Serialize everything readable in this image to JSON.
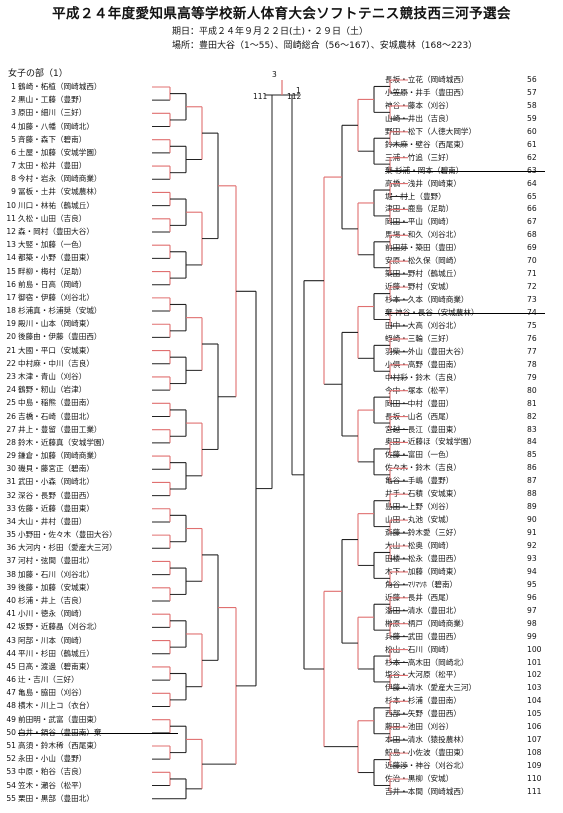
{
  "title": "平成２４年度愛知県高等学校新人体育大会ソフトテニス競技西三河予選会",
  "dates": "期日：平成２４年９月２２日(土)・２９日（土）",
  "venues": "場所：豊田大谷（1〜55）、岡崎総合（56〜167）、安城農林（168〜223）",
  "section": "女子の部（1）",
  "final_left": "111",
  "final_right": "112",
  "final_score_top": "3",
  "final_score_side": "1",
  "left_entries": [
    {
      "no": "1",
      "text": "鶴崎・柘植（岡崎城西）"
    },
    {
      "no": "2",
      "text": "黒山・工藤（豊野）"
    },
    {
      "no": "3",
      "text": "原田・細川（三好）"
    },
    {
      "no": "4",
      "text": "加藤・八幡（岡崎北）"
    },
    {
      "no": "5",
      "text": "斉藤・森下（碧南）"
    },
    {
      "no": "6",
      "text": "土屋・加藤（安城学園）"
    },
    {
      "no": "7",
      "text": "太田・松井（豊田）"
    },
    {
      "no": "8",
      "text": "今村・岩永（岡崎商業）"
    },
    {
      "no": "9",
      "text": "冨板・土井（安城農林）"
    },
    {
      "no": "10",
      "text": "川口・林祐（鶴城丘）"
    },
    {
      "no": "11",
      "text": "久松・山田（吉良）"
    },
    {
      "no": "12",
      "text": "森・岡村（豊田大谷）"
    },
    {
      "no": "13",
      "text": "大竪・加藤（一色）"
    },
    {
      "no": "14",
      "text": "都築・小野（豊田東）"
    },
    {
      "no": "15",
      "text": "畔柳・梅村（足助）"
    },
    {
      "no": "16",
      "text": "前島・日高（岡崎）"
    },
    {
      "no": "17",
      "text": "御宿・伊藤（刈谷北）"
    },
    {
      "no": "18",
      "text": "杉浦真・杉浦奨（安城）"
    },
    {
      "no": "19",
      "text": "殿川・山本（岡崎東）"
    },
    {
      "no": "20",
      "text": "後藤由・伊藤（豊田西）"
    },
    {
      "no": "21",
      "text": "大國・平口（安城東）"
    },
    {
      "no": "22",
      "text": "中村麻・中川（吉良）"
    },
    {
      "no": "23",
      "text": "木津・青山（刈谷）"
    },
    {
      "no": "24",
      "text": "鶴野・籾山（岩津）"
    },
    {
      "no": "25",
      "text": "中島・稲熊（豊田南）"
    },
    {
      "no": "26",
      "text": "吉橋・石崎（豊田北）"
    },
    {
      "no": "27",
      "text": "井上・豊留（豊田工業）"
    },
    {
      "no": "28",
      "text": "鈴木・近藤真（安城学園）"
    },
    {
      "no": "29",
      "text": "鎌倉・加藤（岡崎商業）"
    },
    {
      "no": "30",
      "text": "磯貝・藤宮正（碧南）"
    },
    {
      "no": "31",
      "text": "武田・小森（岡崎北）"
    },
    {
      "no": "32",
      "text": "深谷・長野（豊田西）"
    },
    {
      "no": "33",
      "text": "佐藤・近藤（豊田東）"
    },
    {
      "no": "34",
      "text": "大山・井村（豊田）"
    },
    {
      "no": "35",
      "text": "小野田・佐々木（豊田大谷）"
    },
    {
      "no": "36",
      "text": "大河内・杉田（愛産大三河）"
    },
    {
      "no": "37",
      "text": "河村・弦間（豊田北）"
    },
    {
      "no": "38",
      "text": "加藤・石川（刈谷北）"
    },
    {
      "no": "39",
      "text": "後藤・加藤（安城東）"
    },
    {
      "no": "40",
      "text": "杉浦・井上（吉良）"
    },
    {
      "no": "41",
      "text": "小川・徳永（岡崎）"
    },
    {
      "no": "42",
      "text": "坂野・近藤晶（刈谷北）"
    },
    {
      "no": "43",
      "text": "阿部・川本（岡崎）"
    },
    {
      "no": "44",
      "text": "平川・杉田（鶴城丘）"
    },
    {
      "no": "45",
      "text": "日髙・渡邊（碧南東）"
    },
    {
      "no": "46",
      "text": "辻・吉川（三好）"
    },
    {
      "no": "47",
      "text": "亀島・脇田（刈谷）"
    },
    {
      "no": "48",
      "text": "横木・川上コ（衣台）"
    },
    {
      "no": "49",
      "text": "前田明・武富（豊田東）"
    },
    {
      "no": "50",
      "text": "白井・鍋谷（豊田南）棄"
    },
    {
      "no": "51",
      "text": "高須・鈴木稀（西尾東）"
    },
    {
      "no": "52",
      "text": "永田・小山（豊野）"
    },
    {
      "no": "53",
      "text": "中原・粕谷（吉良）"
    },
    {
      "no": "54",
      "text": "笠木・瀬谷（松平）"
    },
    {
      "no": "55",
      "text": "栗田・黒部（豊田北）"
    }
  ],
  "right_entries": [
    {
      "no": "56",
      "text": "長坂・立花（岡崎城西）"
    },
    {
      "no": "57",
      "text": "小笠原・井手（豊田西）"
    },
    {
      "no": "58",
      "text": "神谷・藤本（刈谷）"
    },
    {
      "no": "59",
      "text": "山崎・井出（吉良）"
    },
    {
      "no": "60",
      "text": "野田・松下（人徳大岡学）"
    },
    {
      "no": "61",
      "text": "鈴木麻・壁谷（西尾東）"
    },
    {
      "no": "62",
      "text": "三浦・竹追（三好）"
    },
    {
      "no": "63",
      "text": "棄 杉浦・岡本（碧南）"
    },
    {
      "no": "64",
      "text": "高橋・浅井（岡崎東）"
    },
    {
      "no": "65",
      "text": "堀・村上（豊野）"
    },
    {
      "no": "66",
      "text": "津田・鹿島（足助）"
    },
    {
      "no": "67",
      "text": "岡田・平山（岡崎）"
    },
    {
      "no": "68",
      "text": "馬場・和久（刈谷北）"
    },
    {
      "no": "69",
      "text": "前田芽・築田（豊田）"
    },
    {
      "no": "70",
      "text": "安原・松久保（岡崎）"
    },
    {
      "no": "71",
      "text": "築田・野村（鶴城丘）"
    },
    {
      "no": "72",
      "text": "近藤・野村（安城）"
    },
    {
      "no": "73",
      "text": "杉本・久本（岡崎商業）"
    },
    {
      "no": "74",
      "text": "棄 神谷・長谷（安城農林）"
    },
    {
      "no": "75",
      "text": "田中・大高（刈谷北）"
    },
    {
      "no": "76",
      "text": "蛭崎・三輪（三好）"
    },
    {
      "no": "77",
      "text": "羽柴・外山（豊田大谷）"
    },
    {
      "no": "78",
      "text": "小倶・高野（豊田南）"
    },
    {
      "no": "79",
      "text": "中村彩・鈴木（吉良）"
    },
    {
      "no": "80",
      "text": "今中・塚本（松平）"
    },
    {
      "no": "81",
      "text": "岡田・中村（豊田）"
    },
    {
      "no": "82",
      "text": "長坂・山名（西尾）"
    },
    {
      "no": "83",
      "text": "宮越・長江（豊田東）"
    },
    {
      "no": "84",
      "text": "奥田・近藤ほ（安城学園）"
    },
    {
      "no": "85",
      "text": "佐藤・富田（一色）"
    },
    {
      "no": "86",
      "text": "佐々木・鈴木（吉良）"
    },
    {
      "no": "87",
      "text": "亀谷・手嶋（豊野）"
    },
    {
      "no": "88",
      "text": "井手・石積（安城東）"
    },
    {
      "no": "89",
      "text": "島田・上野（刈谷）"
    },
    {
      "no": "90",
      "text": "山田・丸池（安城）"
    },
    {
      "no": "91",
      "text": "斎藤・鈴木愛（三好）"
    },
    {
      "no": "92",
      "text": "大山・松奥（岡崎）"
    },
    {
      "no": "93",
      "text": "田楼・松永（豊田西）"
    },
    {
      "no": "94",
      "text": "木下・加藤（岡崎東）"
    },
    {
      "no": "95",
      "text": "角谷・ﾏﾘﾏﾂﾎ（碧南）"
    },
    {
      "no": "96",
      "text": "近藤・長井（西尾）"
    },
    {
      "no": "97",
      "text": "潘田・清水（豊田北）"
    },
    {
      "no": "98",
      "text": "榊原・柄戸（岡崎商業）"
    },
    {
      "no": "99",
      "text": "兵藤・武田（豊田西）"
    },
    {
      "no": "100",
      "text": "松山・石川（岡崎）"
    },
    {
      "no": "101",
      "text": "杉本・高木田（岡崎北）"
    },
    {
      "no": "102",
      "text": "塩谷・大河原（松平）"
    },
    {
      "no": "103",
      "text": "伊藤・清水（愛産大三河）"
    },
    {
      "no": "104",
      "text": "杉本・杉浦（豊田南）"
    },
    {
      "no": "105",
      "text": "西部・矢野（豊田西）"
    },
    {
      "no": "106",
      "text": "藤田・池田（刈谷）"
    },
    {
      "no": "107",
      "text": "本田・清水（猿投農林）"
    },
    {
      "no": "108",
      "text": "鮫島・小佐波（豊田東）"
    },
    {
      "no": "109",
      "text": "近藤渉・神谷（刈谷北）"
    },
    {
      "no": "110",
      "text": "佐治・黒柳（安城）"
    },
    {
      "no": "111",
      "text": "吉井・本間（岡崎城西）"
    }
  ]
}
